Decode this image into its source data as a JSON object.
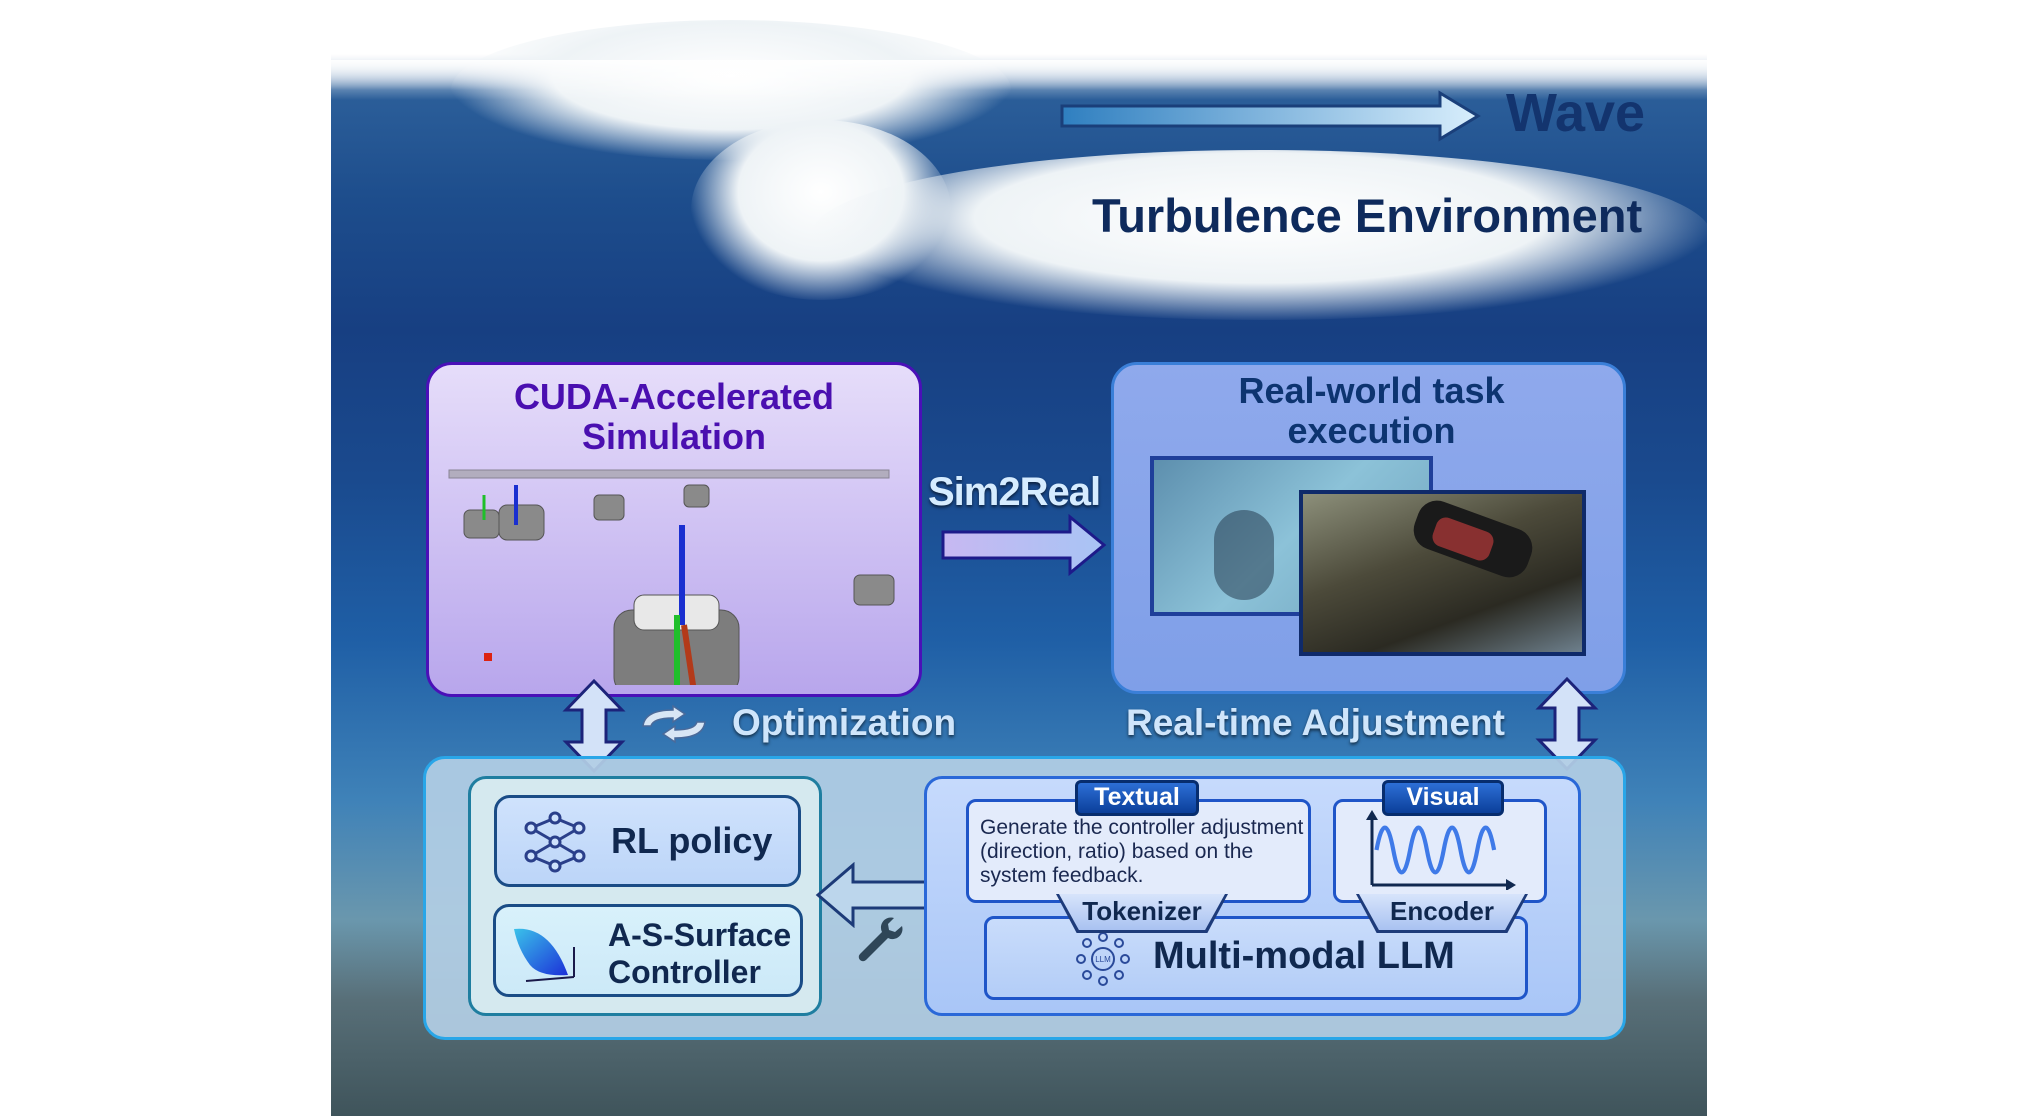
{
  "header": {
    "wave_label": "Wave",
    "environment_label": "Turbulence Environment"
  },
  "simulation": {
    "title_line1": "CUDA-Accelerated",
    "title_line2": "Simulation"
  },
  "transfer": {
    "sim2real_label": "Sim2Real"
  },
  "real_world": {
    "title_line1": "Real-world task",
    "title_line2": "execution"
  },
  "loops": {
    "optimization_label": "Optimization",
    "adjustment_label": "Real-time Adjustment"
  },
  "controller": {
    "rl_policy_label": "RL policy",
    "surface_line1": "A-S-Surface",
    "surface_line2": "Controller"
  },
  "llm": {
    "textual_tag": "Textual",
    "prompt_text": "Generate the controller adjustment (direction, ratio) based on the system feedback.",
    "visual_tag": "Visual",
    "tokenizer_label": "Tokenizer",
    "encoder_label": "Encoder",
    "llm_label": "Multi-modal LLM",
    "llm_icon_text": "LLM"
  },
  "colors": {
    "sim_title": "#4a0fb0",
    "real_title": "#0d3470",
    "dark_text": "#10284f",
    "accent_blue": "#0b3f9a"
  }
}
